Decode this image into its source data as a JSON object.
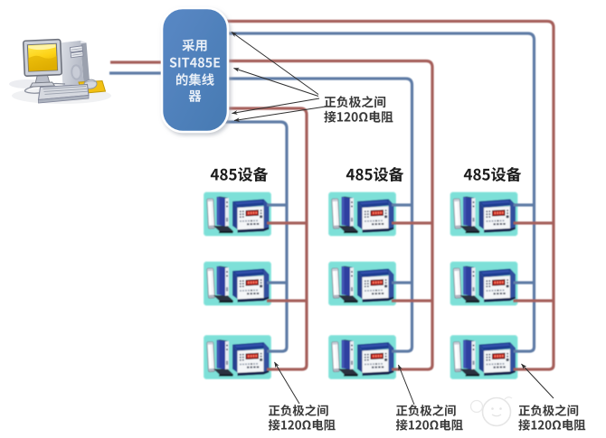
{
  "hub": {
    "label": "采用\nSIT485E\n的集线器",
    "fill": "#4e81bd"
  },
  "hub_note": {
    "text": "正负极之间\n接120Ω电阻"
  },
  "columns": [
    {
      "label": "485设备",
      "note": "正负极之间\n接120Ω电阻"
    },
    {
      "label": "485设备",
      "note": "正负极之间\n接120Ω电阻"
    },
    {
      "label": "485设备",
      "note": "正负极之间\n接120Ω电阻"
    }
  ],
  "colors": {
    "wire_positive": "#a6605c",
    "wire_negative": "#5e7ca6",
    "hub_fill": "#4e81bd",
    "device_panel_bg": "#7de0d8",
    "annotation_text": "#3a3a3a"
  }
}
